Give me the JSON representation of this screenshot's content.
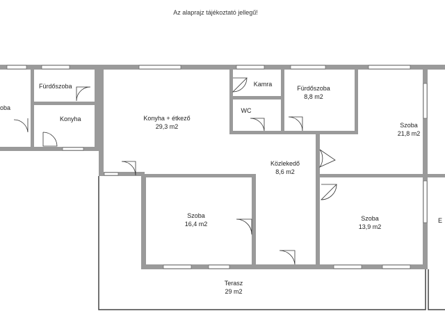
{
  "header": {
    "note": "Az alaprajz tájékoztató jellegű!"
  },
  "rooms": {
    "left_szoba": {
      "name": "oba"
    },
    "left_furdoszoba": {
      "name": "Fürdőszoba"
    },
    "left_konyha": {
      "name": "Konyha"
    },
    "konyha_etkezo": {
      "name": "Konyha + étkező",
      "area": "29,3 m2"
    },
    "kamra": {
      "name": "Kamra"
    },
    "wc": {
      "name": "WC"
    },
    "furdoszoba": {
      "name": "Fürdőszoba",
      "area": "8,8 m2"
    },
    "szoba_ne": {
      "name": "Szoba",
      "area": "21,8 m2"
    },
    "kozlekedo": {
      "name": "Közlekedő",
      "area": "8,6 m2"
    },
    "szoba_center": {
      "name": "Szoba",
      "area": "16,4 m2"
    },
    "szoba_right": {
      "name": "Szoba",
      "area": "13,9 m2"
    },
    "right_edge": {
      "name": "E"
    },
    "terasz": {
      "name": "Terasz",
      "area": "29 m2"
    }
  }
}
